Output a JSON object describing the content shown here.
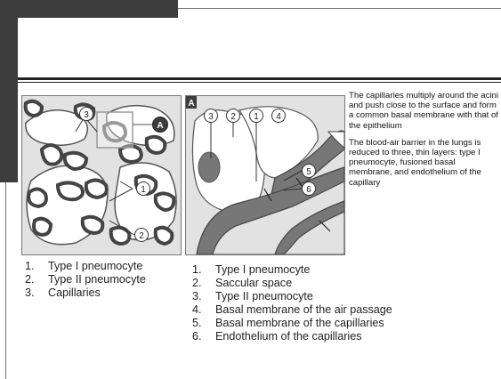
{
  "figure_left": {
    "callouts": [
      "3",
      "A",
      "1",
      "2"
    ]
  },
  "figure_right": {
    "corner_label": "A",
    "callouts": [
      "3",
      "2",
      "1",
      "4",
      "5",
      "6"
    ]
  },
  "side_text": {
    "paragraph_1": "The capillaries multiply around the acini and push close to the surface and form a common basal membrane with that of the epithelium",
    "paragraph_2": "The blood-air barrier in the lungs is reduced to three, thin layers: type I pneumocyte, fusioned basal membrane, and endothelium of the capillary"
  },
  "list_left": [
    {
      "num": "1.",
      "text": "Type I pneumocyte"
    },
    {
      "num": "2.",
      "text": "Type II pneumocyte"
    },
    {
      "num": "3.",
      "text": "Capillaries"
    }
  ],
  "list_right": [
    {
      "num": "1.",
      "text": "Type I pneumocyte"
    },
    {
      "num": "2.",
      "text": "Saccular space"
    },
    {
      "num": "3.",
      "text": "Type II pneumocyte"
    },
    {
      "num": "4.",
      "text": "Basal membrane of the air passage"
    },
    {
      "num": "5.",
      "text": "Basal membrane of the capillaries"
    },
    {
      "num": "6.",
      "text": "Endothelium of the capillaries"
    }
  ],
  "colors": {
    "decor_dark": "#3d3d3d",
    "illustration_gray": "#777777",
    "background_gray": "#e2e2e2"
  }
}
